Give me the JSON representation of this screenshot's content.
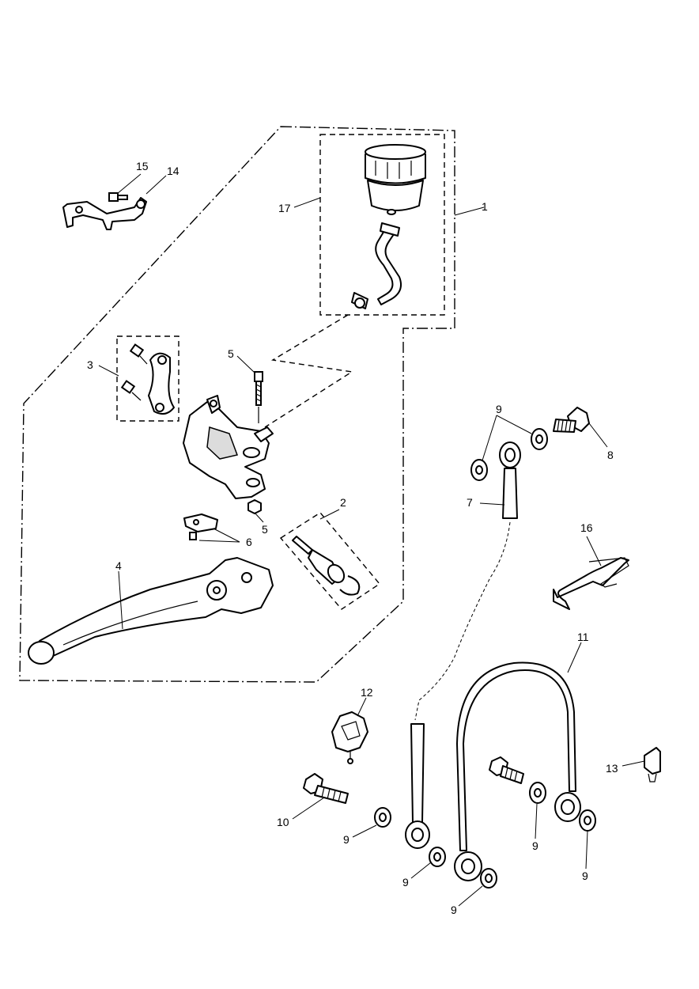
{
  "labels": {
    "l1": "1",
    "l2": "2",
    "l3": "3",
    "l4": "4",
    "l5a": "5",
    "l5b": "5",
    "l6": "6",
    "l7": "7",
    "l8": "8",
    "l9a": "9",
    "l9b": "9",
    "l9c": "9",
    "l9d": "9",
    "l9e": "9",
    "l9f": "9",
    "l10": "10",
    "l11": "11",
    "l12": "12",
    "l13": "13",
    "l14": "14",
    "l15": "15",
    "l16": "16",
    "l17": "17"
  }
}
